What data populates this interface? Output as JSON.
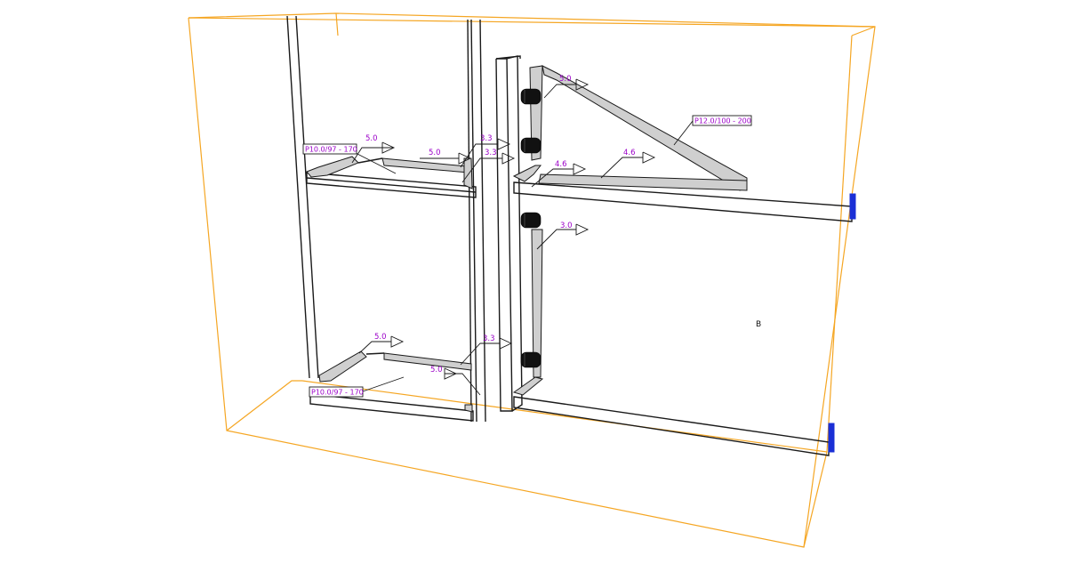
{
  "colors": {
    "bounding_box": "#f5a623",
    "weld_text": "#9b00c8",
    "plate_fill": "#cfcfcf",
    "bolt": "#111111",
    "axis_marker": "#1a2fd6"
  },
  "view_label": "B",
  "plate_tags": {
    "upper_left": "P10.0/97 - 170",
    "lower_left": "P10.0/97 - 170",
    "right_bracket": "P12.0/100 - 200"
  },
  "welds": {
    "ul_top": "5.0",
    "ul_mid": "5.0",
    "ul_col_top": "3.3",
    "ul_col_bot": "3.3",
    "ll_top": "5.0",
    "ll_col": "3.3",
    "ll_mid": "5.0",
    "r_top": "5.0",
    "r_mid_left": "4.6",
    "r_mid_right": "4.6",
    "r_lower": "3.0"
  },
  "icons": [
    "bolt-icon",
    "axis-marker-icon",
    "weld-symbol-icon"
  ]
}
